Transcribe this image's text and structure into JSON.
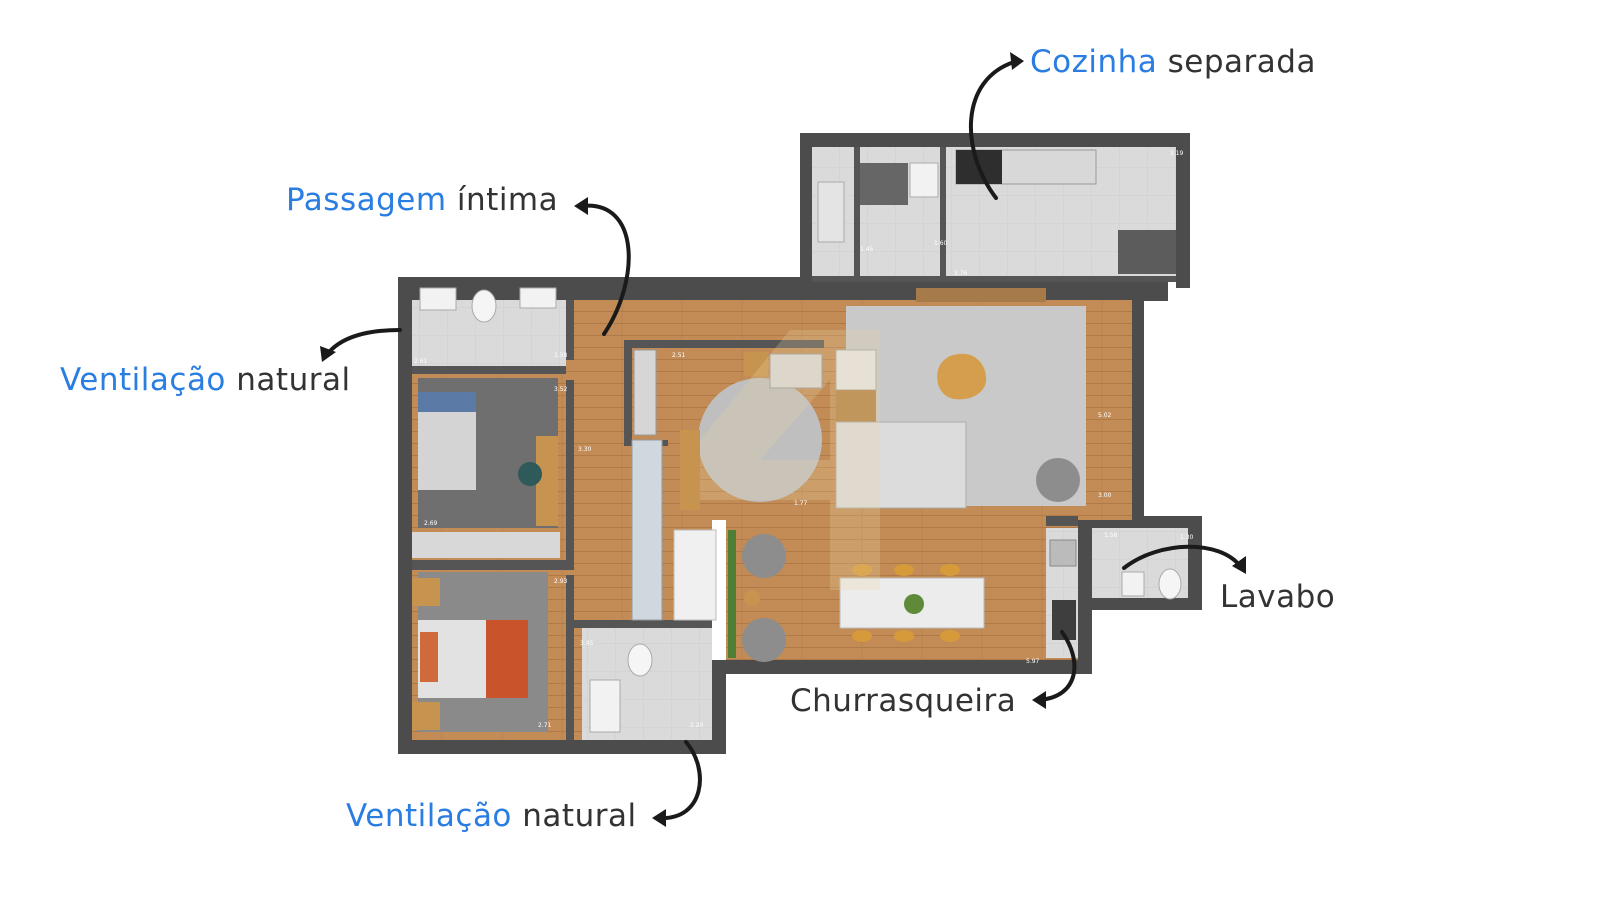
{
  "annotations": {
    "cozinha": {
      "highlight": "Cozinha",
      "rest": "separada"
    },
    "passagem": {
      "highlight": "Passagem",
      "rest": "íntima"
    },
    "ventilacao_left": {
      "highlight": "Ventilação",
      "rest": "natural"
    },
    "lavabo": {
      "text": "Lavabo"
    },
    "churrasqueira": {
      "text": "Churrasqueira"
    },
    "ventilacao_bottom": {
      "highlight": "Ventilação",
      "rest": "natural"
    }
  },
  "room_dimensions": [
    "2.61",
    "1.58",
    "3.52",
    "2.69",
    "3.30",
    "2.93",
    "2.71",
    "3.45",
    "2.51",
    "1.45",
    "1.60",
    "3.76",
    "3.19",
    "5.02",
    "3.00",
    "5.97",
    "1.56",
    "1.30",
    "1.77",
    "2.20"
  ],
  "colors": {
    "highlight": "#2a7de1",
    "text": "#333333",
    "wall": "#4a4a4a",
    "wood": "#c08a55",
    "tile": "#d9d9d9",
    "rug": "#c9c9c9"
  }
}
